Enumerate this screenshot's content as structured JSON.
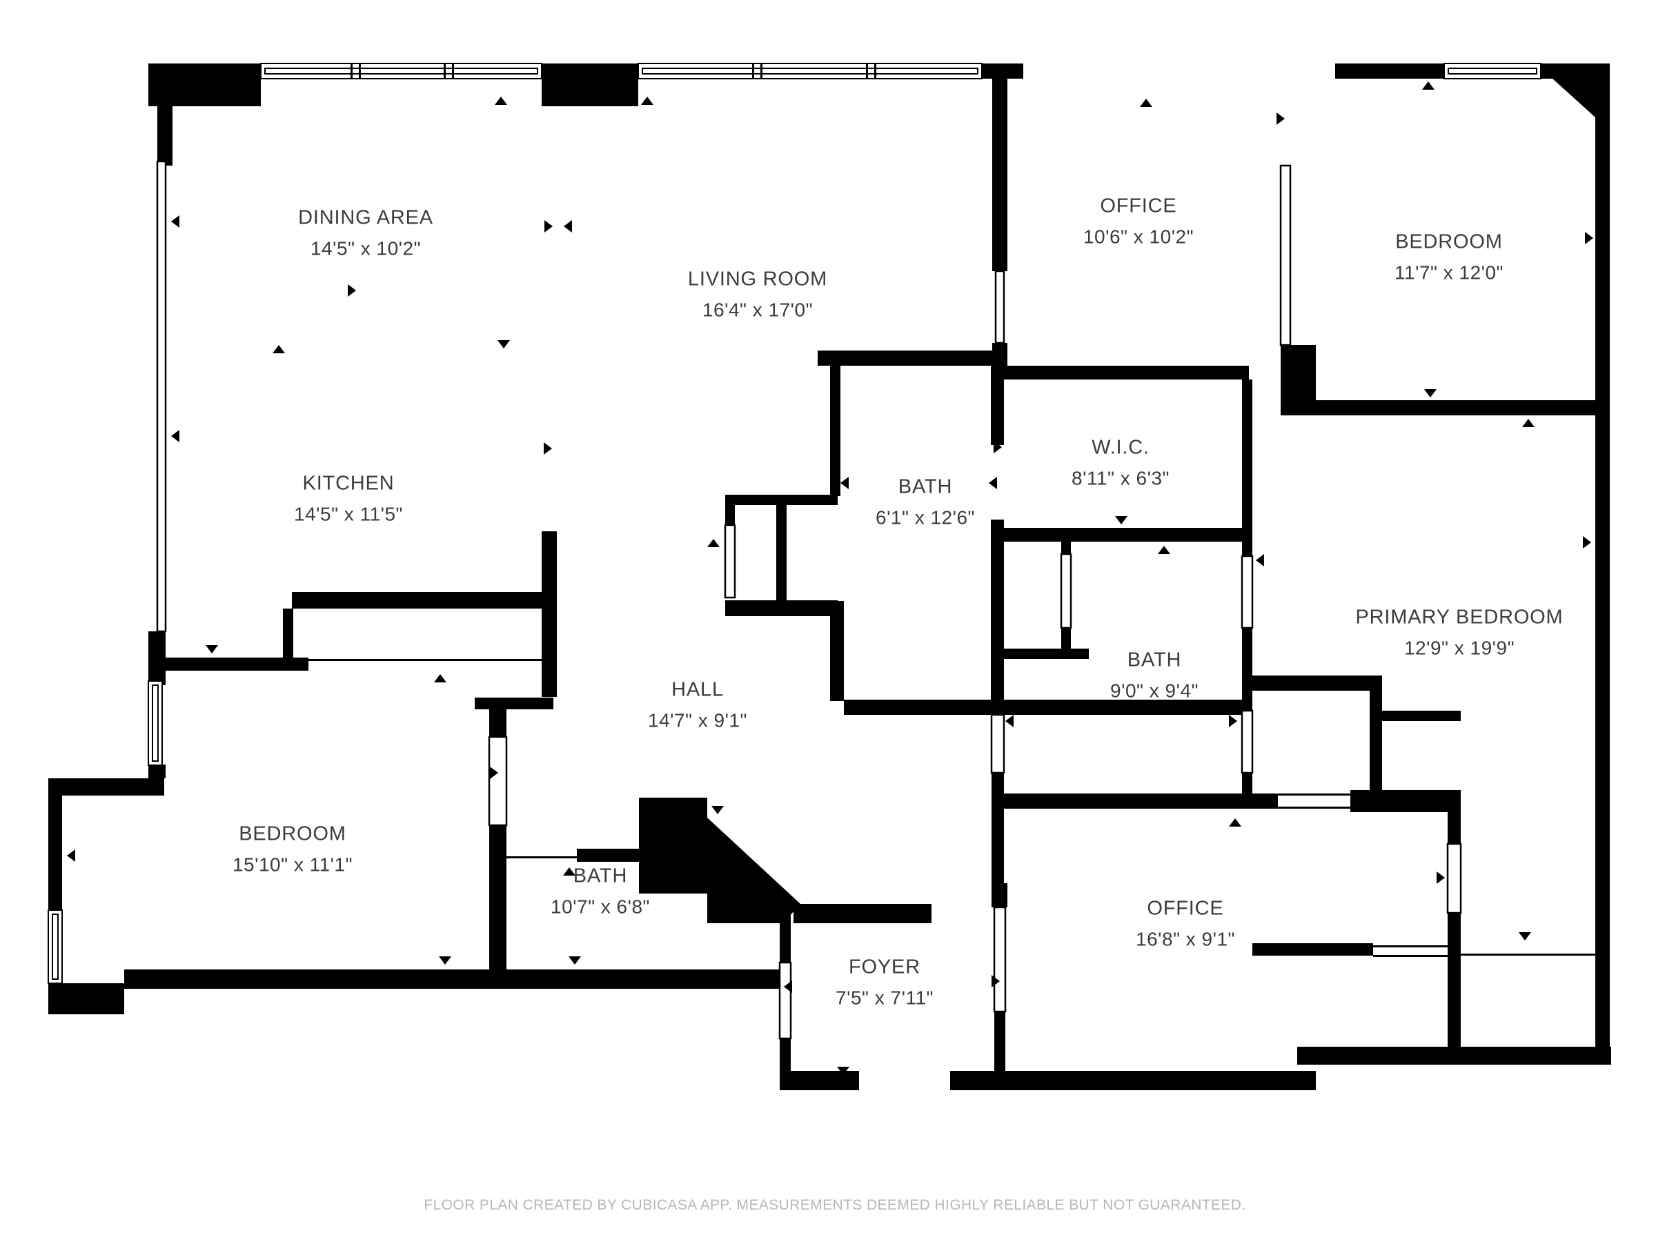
{
  "footer": "FLOOR PLAN CREATED BY CUBICASA APP. MEASUREMENTS DEEMED HIGHLY RELIABLE BUT NOT GUARANTEED.",
  "colors": {
    "wall": "#000000",
    "text": "#3c3c3c",
    "footer_text": "#b7b7b7",
    "background": "#ffffff"
  },
  "rooms": {
    "dining": {
      "label": "DINING AREA",
      "dims": "14'5\" x 10'2\""
    },
    "living": {
      "label": "LIVING ROOM",
      "dims": "16'4\" x 17'0\""
    },
    "office_top": {
      "label": "OFFICE",
      "dims": "10'6\" x 10'2\""
    },
    "bedroom_tr": {
      "label": "BEDROOM",
      "dims": "11'7\" x 12'0\""
    },
    "kitchen": {
      "label": "KITCHEN",
      "dims": "14'5\" x 11'5\""
    },
    "bath6": {
      "label": "BATH",
      "dims": "6'1\" x 12'6\""
    },
    "wic": {
      "label": "W.I.C.",
      "dims": "8'11\" x 6'3\""
    },
    "primary": {
      "label": "PRIMARY BEDROOM",
      "dims": "12'9\" x 19'9\""
    },
    "bath9": {
      "label": "BATH",
      "dims": "9'0\" x 9'4\""
    },
    "hall": {
      "label": "HALL",
      "dims": "14'7\" x 9'1\""
    },
    "bedroom_bl": {
      "label": "BEDROOM",
      "dims": "15'10\" x 11'1\""
    },
    "bath10": {
      "label": "BATH",
      "dims": "10'7\" x 6'8\""
    },
    "foyer": {
      "label": "FOYER",
      "dims": "7'5\" x 7'11\""
    },
    "office_b": {
      "label": "OFFICE",
      "dims": "16'8\" x 9'1\""
    }
  }
}
